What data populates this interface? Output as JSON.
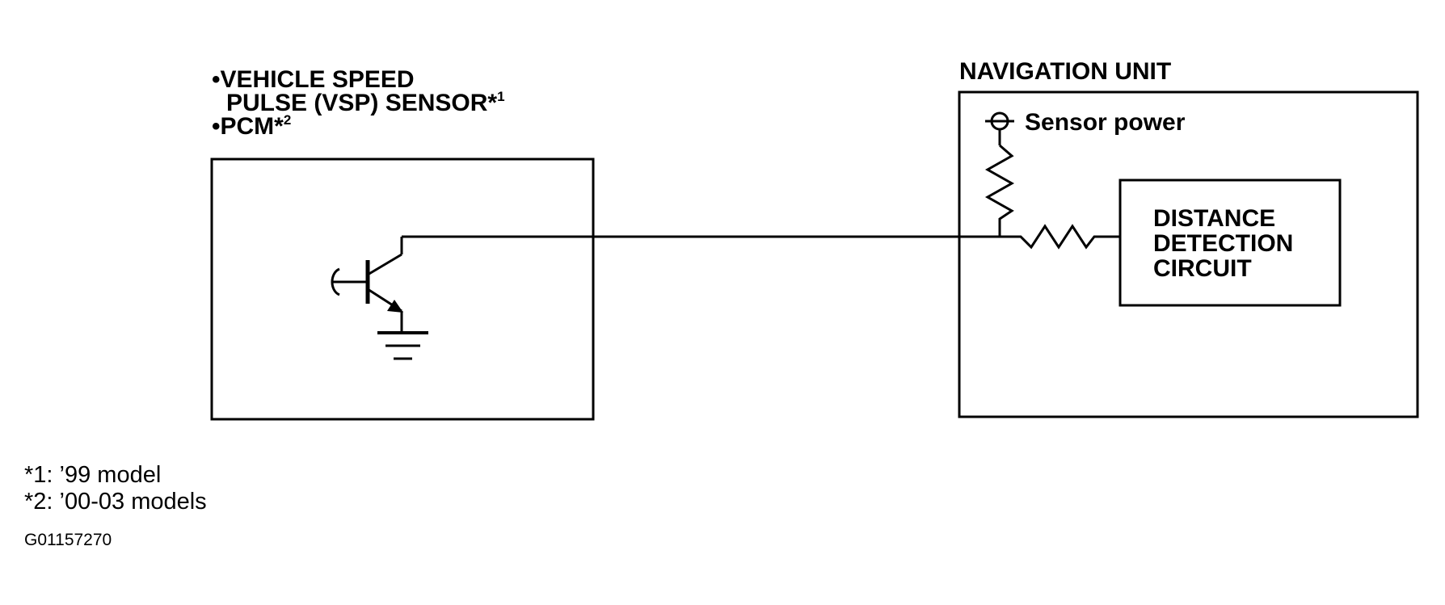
{
  "left_unit": {
    "line1": "•VEHICLE SPEED",
    "line2": "PULSE (VSP) SENSOR*",
    "line2_sup": "1",
    "line3": "•PCM*",
    "line3_sup": "2"
  },
  "right_unit": {
    "title": "NAVIGATION UNIT",
    "power_label": "Sensor power",
    "circuit_line1": "DISTANCE",
    "circuit_line2": "DETECTION",
    "circuit_line3": "CIRCUIT"
  },
  "notes": {
    "note1": "*1: ’99 model",
    "note2": "*2: ’00-03 models"
  },
  "figure_code": "G01157270"
}
